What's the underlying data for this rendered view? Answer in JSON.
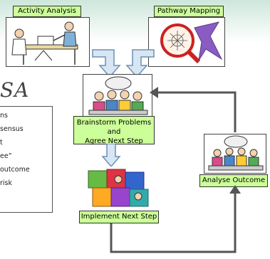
{
  "labels": {
    "activity_analysis": "Activity Analysis",
    "pathway_mapping": "Pathway Mapping",
    "brainstorm": [
      "Brainstorm Problems",
      "and",
      "Agree Next Step"
    ],
    "analyse_outcome": "Analyse Outcome",
    "implement": "Implement Next Step"
  },
  "title_fragment": "SA",
  "list_fragments": [
    "ns",
    "sensus",
    "t",
    "ee”",
    "outcome",
    "risk"
  ],
  "colors": {
    "label_fill": "#ccff99",
    "arrow_fill": "#d7e6f5",
    "arrow_stroke": "#6f8fb2",
    "loop_line": "#555555"
  }
}
